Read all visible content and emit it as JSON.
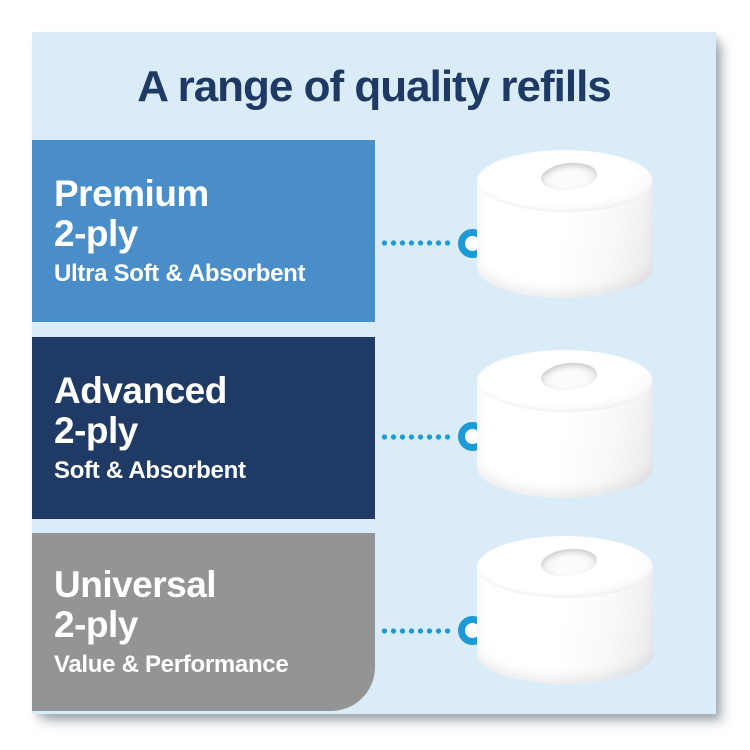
{
  "title": "A range of quality refills",
  "tiers": [
    {
      "name": "Premium",
      "ply": "2-ply",
      "subtitle": "Ultra Soft & Absorbent",
      "bg": "#4a8ec9",
      "text_color": "#ffffff"
    },
    {
      "name": "Advanced",
      "ply": "2-ply",
      "subtitle": "Soft & Absorbent",
      "bg": "#1f3a64",
      "text_color": "#ffffff"
    },
    {
      "name": "Universal",
      "ply": "2-ply",
      "subtitle": "Value & Performance",
      "bg": "#949494",
      "text_color": "#ffffff"
    }
  ],
  "colors": {
    "canvas_bg": "#ffffff",
    "card_bg": "#d9ecf8",
    "title_text": "#1e3a64",
    "connector_accent": "#1b9ad6",
    "roll_white": "#ffffff"
  },
  "connector_marker": "ring-circle",
  "product_images": [
    "toilet-paper-roll",
    "toilet-paper-roll",
    "toilet-paper-roll"
  ]
}
